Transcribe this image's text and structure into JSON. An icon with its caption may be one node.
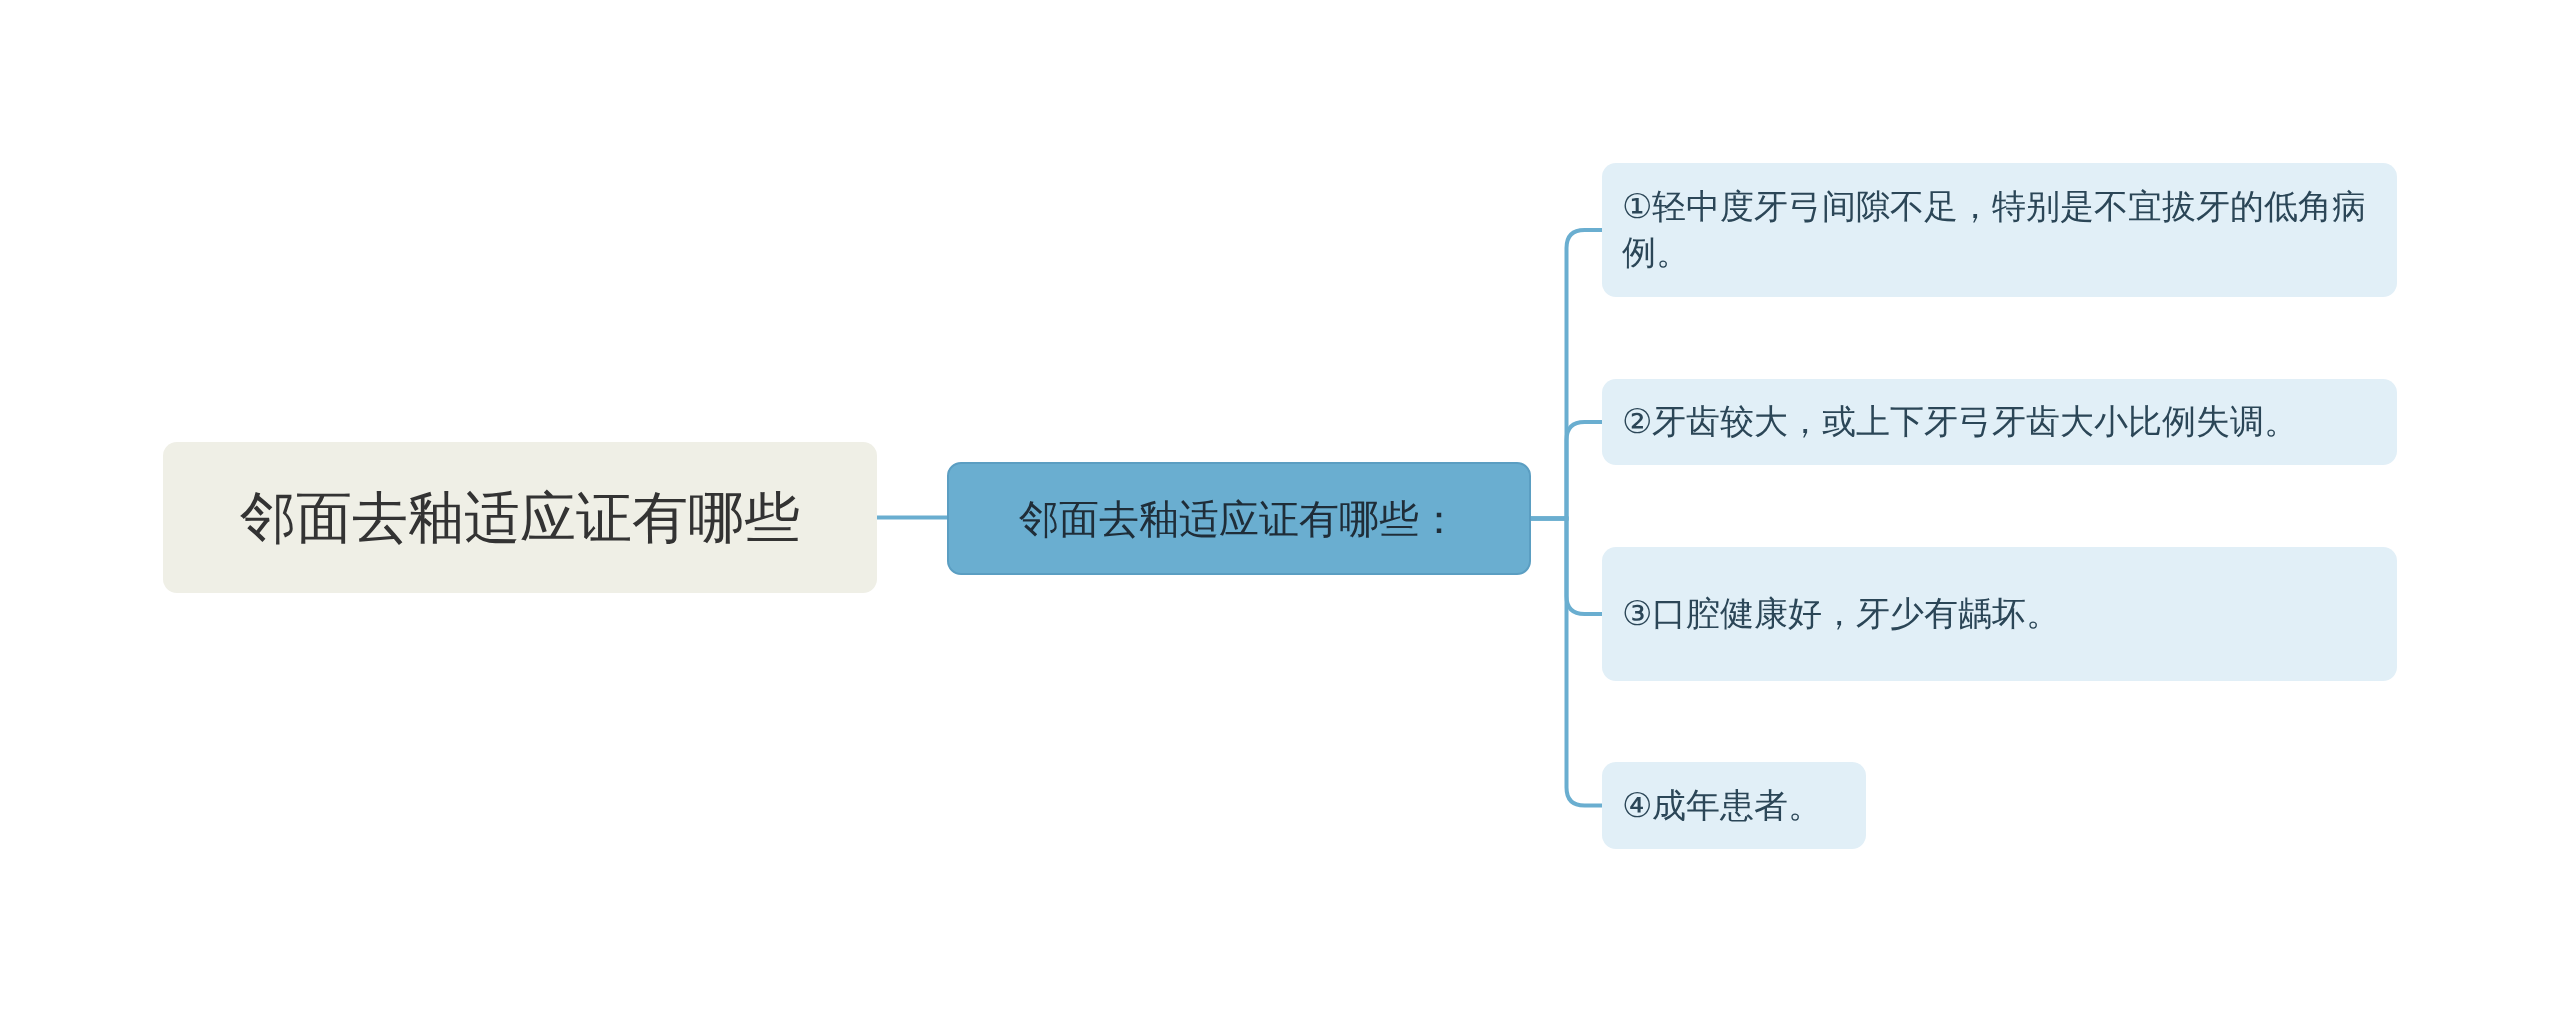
{
  "diagram": {
    "nodes": [
      {
        "text": [
          "邻面去釉适应证有哪些"
        ]
      },
      {
        "text": [
          "邻面去釉适应证有哪些："
        ]
      },
      {
        "text": [
          "①轻中度牙弓间隙不足，特别是不宜拔牙的低角病例。"
        ]
      },
      {
        "text": [
          "②牙齿较大，或上下牙弓牙齿大小比例失调。"
        ]
      },
      {
        "text": [
          "③口腔健康好，牙少有龋坏。"
        ]
      },
      {
        "text": [
          "④成年患者。"
        ]
      }
    ],
    "edges": [
      {
        "from": 0,
        "to": 1,
        "arrow": "none"
      },
      {
        "from": 1,
        "to": 2,
        "arrow": "none"
      },
      {
        "from": 1,
        "to": 3,
        "arrow": "none"
      },
      {
        "from": 1,
        "to": 4,
        "arrow": "none"
      },
      {
        "from": 1,
        "to": 5,
        "arrow": "none"
      }
    ]
  }
}
